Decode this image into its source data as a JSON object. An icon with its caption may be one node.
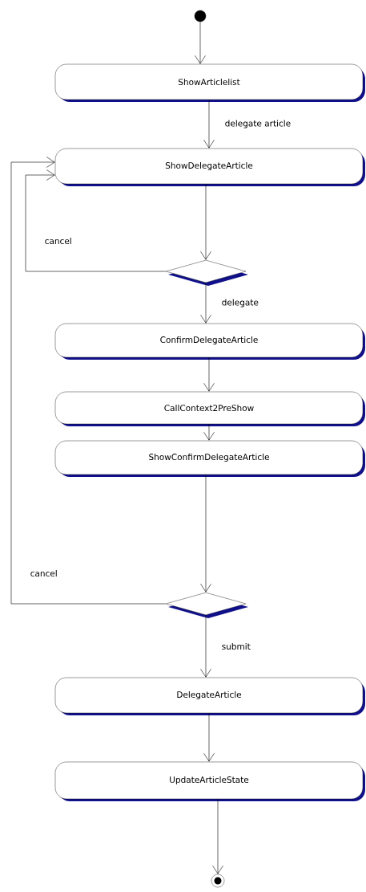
{
  "diagram": {
    "nodes": [
      {
        "text": [],
        "shape": "circle"
      },
      {
        "text": [
          "ShowArticlelist"
        ]
      },
      {
        "text": [
          "ShowDelegateArticle"
        ]
      },
      {
        "text": [],
        "shape": "diamond"
      },
      {
        "text": [
          "ConfirmDelegateArticle"
        ]
      },
      {
        "text": [
          "CallContext2PreShow"
        ]
      },
      {
        "text": [
          "ShowConfirmDelegateArticle"
        ]
      },
      {
        "text": [],
        "shape": "diamond"
      },
      {
        "text": [
          "DelegateArticle"
        ]
      },
      {
        "text": [
          "UpdateArticleState"
        ]
      },
      {
        "text": [],
        "shape": "bullseye"
      }
    ],
    "edges": [
      {
        "from": 0,
        "to": 1,
        "arrow": "to"
      },
      {
        "from": 1,
        "to": 2,
        "arrow": "to",
        "label": "delegate article"
      },
      {
        "from": 2,
        "to": 3,
        "arrow": "to"
      },
      {
        "from": 3,
        "to": 2,
        "arrow": "to",
        "label": "cancel"
      },
      {
        "from": 3,
        "to": 4,
        "arrow": "to",
        "label": "delegate"
      },
      {
        "from": 4,
        "to": 5,
        "arrow": "to"
      },
      {
        "from": 5,
        "to": 6,
        "arrow": "to"
      },
      {
        "from": 6,
        "to": 7,
        "arrow": "to"
      },
      {
        "from": 7,
        "to": 2,
        "arrow": "to",
        "label": "cancel"
      },
      {
        "from": 7,
        "to": 8,
        "arrow": "to",
        "label": "submit"
      },
      {
        "from": 8,
        "to": 9,
        "arrow": "to"
      },
      {
        "from": 9,
        "to": 10,
        "arrow": "to"
      }
    ]
  }
}
